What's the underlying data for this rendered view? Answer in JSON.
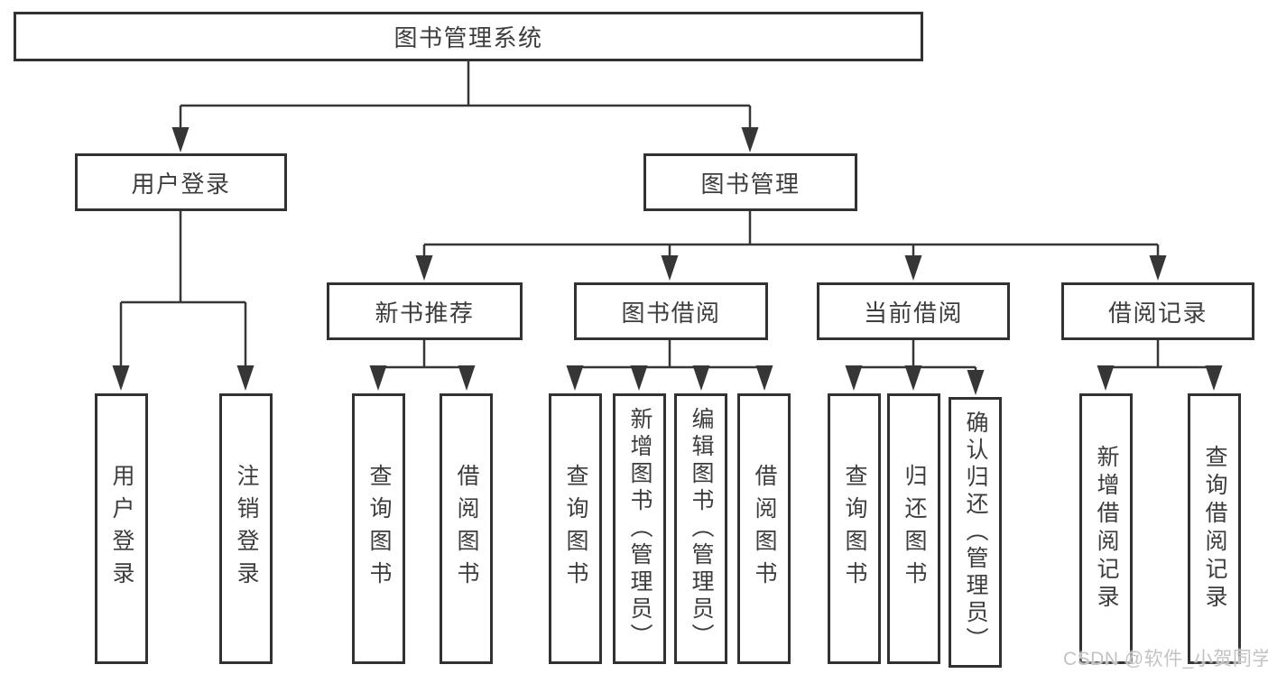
{
  "tree": {
    "root": {
      "label": "图书管理系统"
    },
    "branches": [
      {
        "label": "用户登录",
        "children": [
          {
            "label": "用户登录"
          },
          {
            "label": "注销登录"
          }
        ]
      },
      {
        "label": "图书管理",
        "children": [
          {
            "label": "新书推荐",
            "children": [
              {
                "label": "查询图书"
              },
              {
                "label": "借阅图书"
              }
            ]
          },
          {
            "label": "图书借阅",
            "children": [
              {
                "label": "查询图书"
              },
              {
                "label": "新增图书（管理员）"
              },
              {
                "label": "编辑图书（管理员）"
              },
              {
                "label": "借阅图书"
              }
            ]
          },
          {
            "label": "当前借阅",
            "children": [
              {
                "label": "查询图书"
              },
              {
                "label": "归还图书"
              },
              {
                "label": "确认归还（管理员）"
              }
            ]
          },
          {
            "label": "借阅记录",
            "children": [
              {
                "label": "新增借阅记录"
              },
              {
                "label": "查询借阅记录"
              }
            ]
          }
        ]
      }
    ]
  },
  "watermark": {
    "text": "CSDN @软件_小贺同学"
  },
  "colors": {
    "line": "#363636",
    "border": "#323232",
    "text": "#3d3d3d",
    "watermark": "#c3c3c3",
    "background": "#ffffff"
  }
}
